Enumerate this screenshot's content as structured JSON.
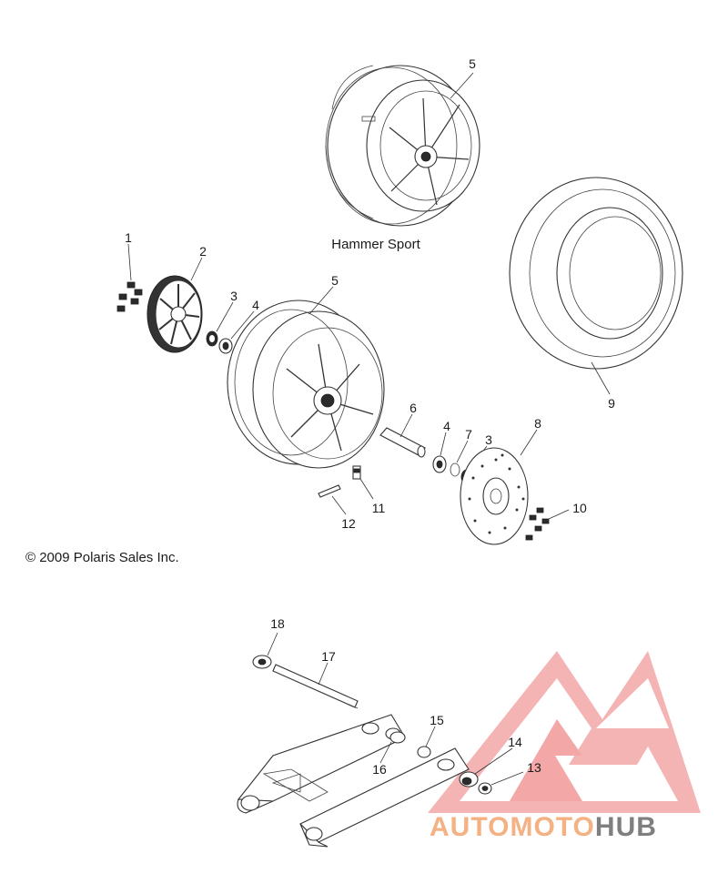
{
  "caption_hammer_sport": "Hammer Sport",
  "copyright": "© 2009 Polaris Sales Inc.",
  "callouts": {
    "c1": "1",
    "c2": "2",
    "c3a": "3",
    "c3b": "3",
    "c4a": "4",
    "c4b": "4",
    "c5a": "5",
    "c5b": "5",
    "c6": "6",
    "c7": "7",
    "c8": "8",
    "c9": "9",
    "c10": "10",
    "c11": "11",
    "c12": "12",
    "c13": "13",
    "c14": "14",
    "c15": "15",
    "c16": "16",
    "c17": "17",
    "c18": "18"
  },
  "watermark": {
    "word_orange": "AUTOMOTO",
    "word_gray": "HUB",
    "color_orange": "#f4b183",
    "color_gray": "#7f7f7f",
    "color_logo": "#f08a8a"
  }
}
